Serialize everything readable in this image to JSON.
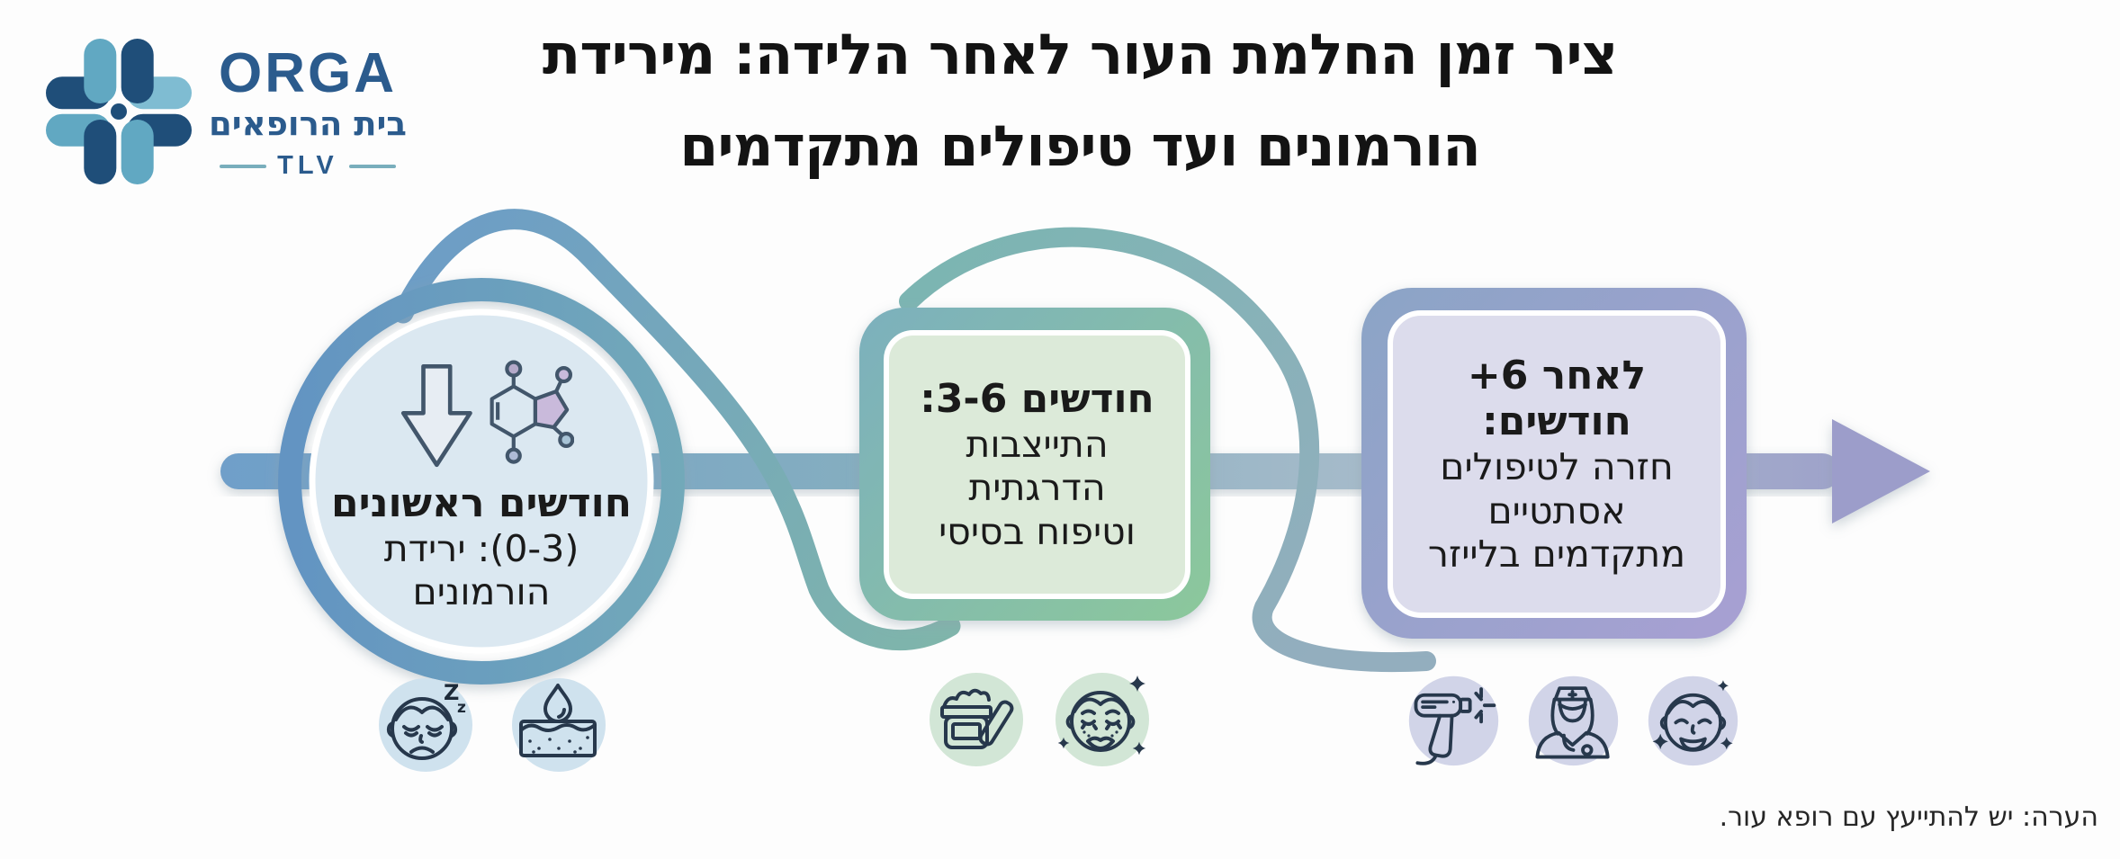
{
  "logo": {
    "brand": "ORGA",
    "subtitle": "בית הרופאים",
    "location": "TLV",
    "colors": {
      "dark_blue": "#1f4e79",
      "light_blue": "#61a8c2",
      "text_blue": "#2b5b8d",
      "dash_teal": "#79aebc"
    }
  },
  "title": {
    "line1": "ציר זמן החלמת העור לאחר הלידה: מירידת",
    "line2": "הורמונים ועד טיפולים מתקדמים"
  },
  "timeline": {
    "bar_color_start": "#6f9fc9",
    "bar_color_mid": "#a9bccb",
    "bar_color_end": "#9c9dca",
    "arrow_color": "#9c9dca"
  },
  "stages": [
    {
      "name": "stage-first-months",
      "shape": "circle",
      "accent": "#6b9cc7",
      "fill": "#dbe8f1",
      "icon_bg": "#cfe2ee",
      "icons": [
        "down-arrow-icon",
        "hormone-molecule-icon"
      ],
      "title": "חודשים ראשונים",
      "body": [
        "(0-3): ירידת",
        "הורמונים"
      ],
      "footer_icons": [
        "sleepy-face-icon",
        "skin-hydration-icon"
      ]
    },
    {
      "name": "stage-3-6-months",
      "shape": "rounded-square",
      "accent_start": "#7cb0bd",
      "accent_end": "#8cc89b",
      "fill": "#dcead9",
      "icon_bg": "#d2e6d6",
      "title": "חודשים 3-6:",
      "body": [
        "התייצבות",
        "הדרגתית",
        "וטיפוח בסיסי"
      ],
      "footer_icons": [
        "cream-jar-icon",
        "glowing-face-icon"
      ]
    },
    {
      "name": "stage-6-plus-months",
      "shape": "rounded-square",
      "accent_start": "#8ba4c6",
      "accent_end": "#a8a0d3",
      "fill": "#dcdcec",
      "icon_bg": "#d1d4e8",
      "title": "לאחר 6+ חודשים:",
      "body": [
        "חזרה לטיפולים",
        "אסתטיים",
        "מתקדמים בלייזר"
      ],
      "footer_icons": [
        "laser-device-icon",
        "nurse-icon",
        "radiant-face-icon"
      ]
    }
  ],
  "note": "הערה: יש להתייעץ עם רופא עור."
}
